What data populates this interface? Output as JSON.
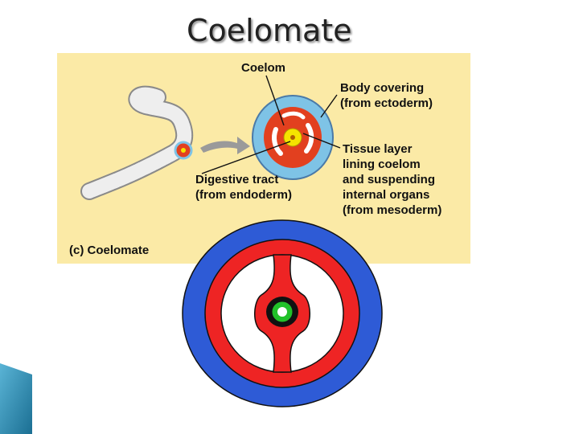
{
  "slide": {
    "title": "Coelomate"
  },
  "figure": {
    "labels": {
      "coelom": "Coelom",
      "body_covering_1": "Body covering",
      "body_covering_2": "(from ectoderm)",
      "tissue_1": "Tissue layer",
      "tissue_2": "lining coelom",
      "tissue_3": "and suspending",
      "tissue_4": "internal organs",
      "tissue_5": "(from mesoderm)",
      "digestive_1": "Digestive tract",
      "digestive_2": "(from endoderm)",
      "caption": "(c) Coelomate"
    }
  },
  "colors": {
    "panel_background": "#fbeaa6",
    "ectoderm": "#2e5bd6",
    "mesoderm": "#ee2424",
    "endoderm": "#22c12a",
    "coelom": "#ffffff",
    "gut_lumen": "#ffffff",
    "figure_ectoderm": "#7ec3e6",
    "figure_mesoderm": "#e2401f",
    "figure_endoderm": "#f5e400",
    "worm": "#eeeeee",
    "arrow": "#9a9a9a"
  }
}
